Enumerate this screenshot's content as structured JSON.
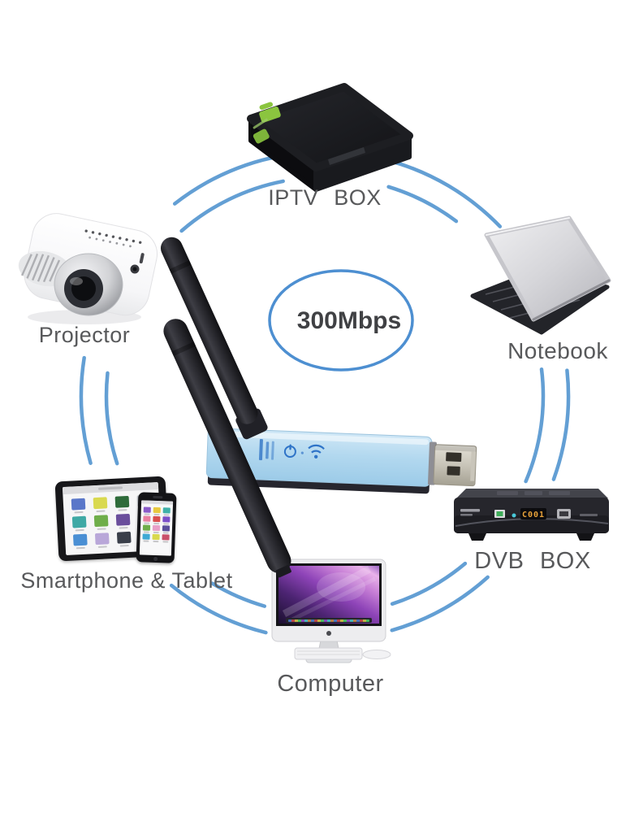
{
  "product": {
    "speed_label": "300Mbps"
  },
  "devices": {
    "iptv": {
      "label": "IPTV BOX"
    },
    "notebook": {
      "label": "Notebook"
    },
    "projector": {
      "label": "Projector"
    },
    "dvb": {
      "label": "DVB BOX",
      "display": "C001"
    },
    "computer": {
      "label": "Computer"
    },
    "smartphone_tablet": {
      "label": "Smartphone & Tablet"
    }
  },
  "colors": {
    "arc_blue": "#5b9ad2",
    "ellipse_blue": "#4d8fd1",
    "label_gray": "#58595b",
    "speed_text_gray": "#404144",
    "adapter_blue": "#b0d6ee",
    "antenna_black": "#2a2a2f",
    "android_green": "#8bc53f",
    "dvb_display_amber": "#e8a23a"
  },
  "tablet_tiles": [
    "#5a77c9",
    "#d9d94f",
    "#2e6b3a",
    "#c9ccd2",
    "#3fa9a5",
    "#6fae4a",
    "#6a4e9c",
    "#a8793f",
    "#4a8fd4",
    "#b9a7d9",
    "#3a3f4a",
    "#d98a9c"
  ],
  "phone_tiles": [
    "#8a5bc9",
    "#e8c83f",
    "#3fb0a9",
    "#e87fa0",
    "#d94f4f",
    "#7a4fc9",
    "#6fae4a",
    "#e8a0c8",
    "#5a4f9c",
    "#3fa9d4",
    "#d9d94f",
    "#c94f6a"
  ]
}
